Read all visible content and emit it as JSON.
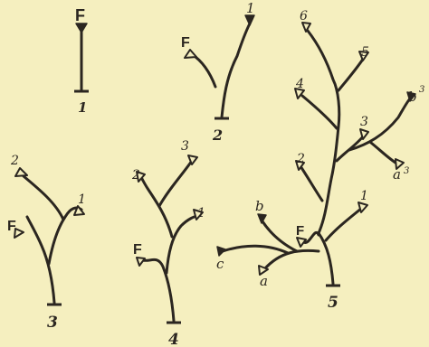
{
  "figure_labels": [
    "1",
    "2",
    "3",
    "4",
    "5"
  ],
  "bud_labels": {
    "f": "F",
    "one": "1",
    "two": "2",
    "three": "3",
    "four": "4",
    "five": "5",
    "six": "6",
    "a": "a",
    "b": "b",
    "c": "c",
    "a3": "a",
    "b3": "b",
    "sup3": "3"
  },
  "colors": {
    "background": "#f5efbf",
    "ink": "#2b2620"
  }
}
